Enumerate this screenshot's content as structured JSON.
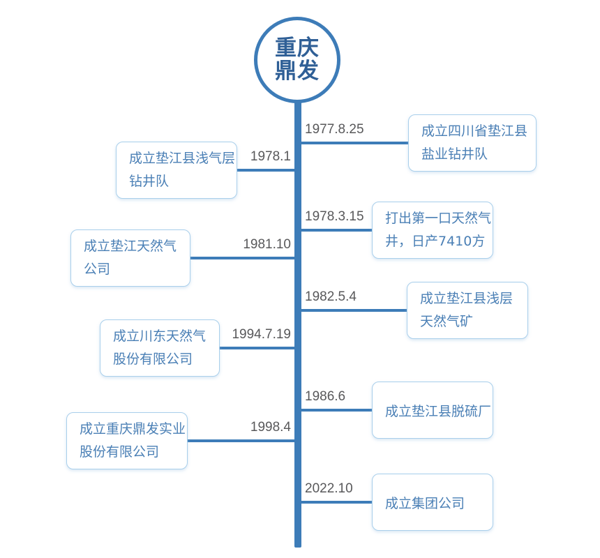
{
  "logo": {
    "name": "company-logo",
    "line1": "重庆",
    "line2": "鼎发",
    "full_text": "重庆鼎发",
    "border_color": "#3d7cb8",
    "text_color": "#2f5f96"
  },
  "colors": {
    "spine": "#3d7cb8",
    "connector": "#3d7cb8",
    "card_border": "#a9cfeb",
    "card_text": "#4a7fb5",
    "date_text": "#58585a",
    "background": "#ffffff"
  },
  "timeline": {
    "type": "vertical-timeline",
    "orientation": "alternating",
    "events": [
      {
        "date": "1977.8.25",
        "side": "right",
        "lines": [
          "成立四川省垫江县",
          "盐业钻井队"
        ],
        "text": "成立四川省垫江县盐业钻井队"
      },
      {
        "date": "1978.1",
        "side": "left",
        "lines": [
          "成立垫江县浅气层",
          "钻井队"
        ],
        "text": "成立垫江县浅气层钻井队"
      },
      {
        "date": "1978.3.15",
        "side": "right",
        "lines": [
          "打出第一口天然气",
          "井，日产7410方"
        ],
        "text": "打出第一口天然气井，日产7410方"
      },
      {
        "date": "1981.10",
        "side": "left",
        "lines": [
          "成立垫江天然气",
          "公司"
        ],
        "text": "成立垫江天然气公司"
      },
      {
        "date": "1982.5.4",
        "side": "right",
        "lines": [
          "成立垫江县浅层",
          "天然气矿"
        ],
        "text": "成立垫江县浅层天然气矿"
      },
      {
        "date": "1994.7.19",
        "side": "left",
        "lines": [
          "成立川东天然气",
          "股份有限公司"
        ],
        "text": "成立川东天然气股份有限公司"
      },
      {
        "date": "1986.6",
        "side": "right",
        "lines": [
          "成立垫江县脱硫厂"
        ],
        "text": "成立垫江县脱硫厂"
      },
      {
        "date": "1998.4",
        "side": "left",
        "lines": [
          "成立重庆鼎发实业",
          "股份有限公司"
        ],
        "text": "成立重庆鼎发实业股份有限公司"
      },
      {
        "date": "2022.10",
        "side": "right",
        "lines": [
          "成立集团公司"
        ],
        "text": "成立集团公司"
      }
    ]
  }
}
